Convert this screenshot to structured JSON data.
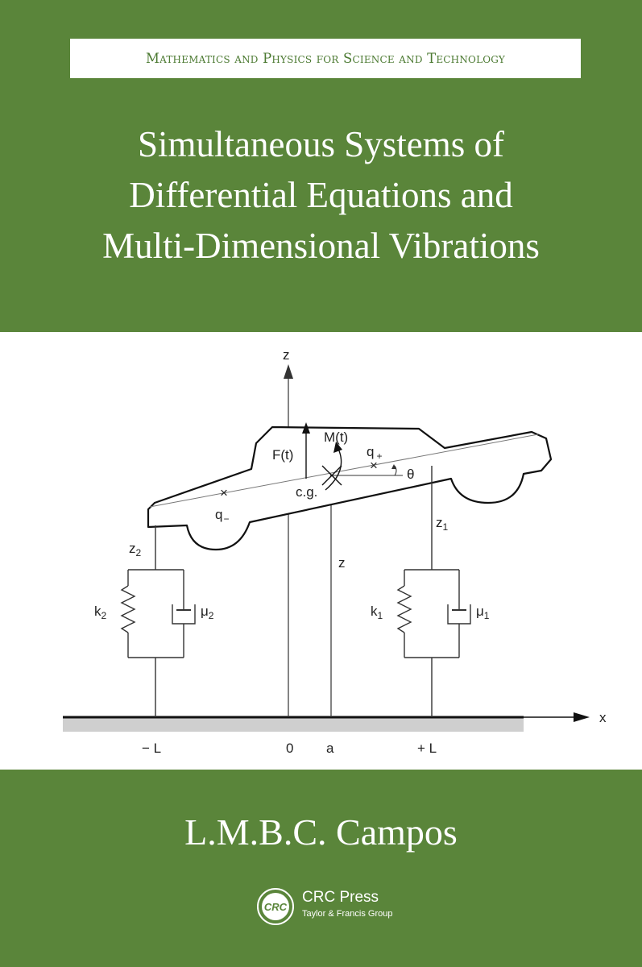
{
  "series": "Mathematics and Physics for Science and Technology",
  "title_lines": [
    "Simultaneous Systems of",
    "Differential Equations and",
    "Multi-Dimensional Vibrations"
  ],
  "author": "L.M.B.C. Campos",
  "publisher": {
    "logo_text": "CRC",
    "name": "CRC Press",
    "subtitle": "Taylor & Francis Group"
  },
  "colors": {
    "cover_green": "#5a853a",
    "panel_white": "#ffffff",
    "text_white": "#ffffff",
    "series_text": "#4c7a32"
  },
  "figure": {
    "labels": {
      "z_axis": "z",
      "x_axis": "x",
      "force": "F(t)",
      "moment": "M(t)",
      "q_plus": "q",
      "q_plus_sub": "+",
      "q_minus": "q",
      "q_minus_sub": "−",
      "theta": "θ",
      "cg": "c.g.",
      "z1": "z",
      "z1_sub": "1",
      "z2": "z",
      "z2_sub": "2",
      "z_mid": "z",
      "k1": "k",
      "k1_sub": "1",
      "k2": "k",
      "k2_sub": "2",
      "mu1": "μ",
      "mu1_sub": "1",
      "mu2": "μ",
      "mu2_sub": "2",
      "minus_L": "− L",
      "zero": "0",
      "a": "a",
      "plus_L": "+ L"
    }
  }
}
